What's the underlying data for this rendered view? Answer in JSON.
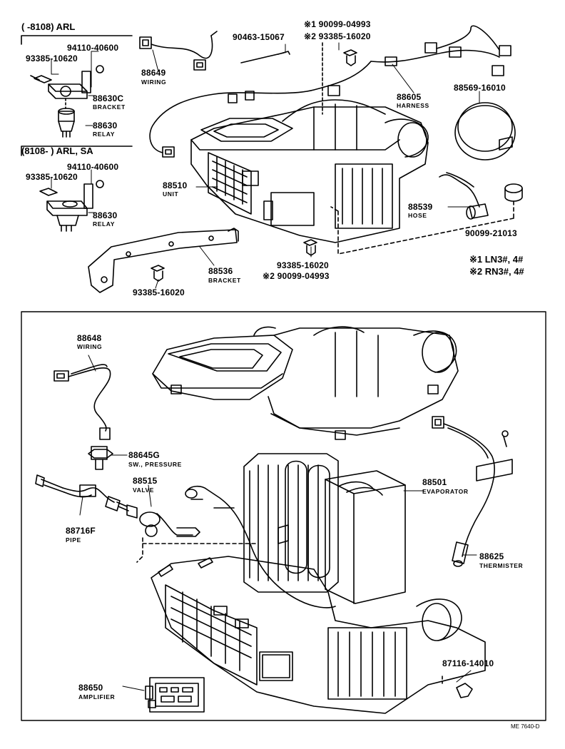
{
  "sections": {
    "top_left_1": "(        -8108) ARL",
    "top_left_2": "(8108-        ) ARL, SA"
  },
  "notes": {
    "n1": "※1 LN3#, 4#",
    "n2": "※2 RN3#, 4#"
  },
  "top_parts": [
    {
      "id": "p94110a",
      "num": "94110-40600"
    },
    {
      "id": "p93385a",
      "num": "93385-10620"
    },
    {
      "id": "p88630c",
      "num": "88630C",
      "sub": "BRACKET"
    },
    {
      "id": "p88630a",
      "num": "88630",
      "sub": "RELAY"
    },
    {
      "id": "p94110b",
      "num": "94110-40600"
    },
    {
      "id": "p93385b",
      "num": "93385-10620"
    },
    {
      "id": "p88630b",
      "num": "88630",
      "sub": "RELAY"
    },
    {
      "id": "p88649",
      "num": "88649",
      "sub": "WIRING"
    },
    {
      "id": "p90463",
      "num": "90463-15067"
    },
    {
      "id": "p90099a",
      "num": "※1 90099-04993"
    },
    {
      "id": "p93385c",
      "num": "※2 93385-16020"
    },
    {
      "id": "p88605",
      "num": "88605",
      "sub": "HARNESS"
    },
    {
      "id": "p88569",
      "num": "88569-16010"
    },
    {
      "id": "p88510",
      "num": "88510",
      "sub": "UNIT"
    },
    {
      "id": "p88539",
      "num": "88539",
      "sub": "HOSE"
    },
    {
      "id": "p90099b",
      "num": "90099-21013"
    },
    {
      "id": "p93385d",
      "num": "93385-16020"
    },
    {
      "id": "p90099c",
      "num": "※2 90099-04993"
    },
    {
      "id": "p88536",
      "num": "88536",
      "sub": "BRACKET"
    },
    {
      "id": "p93385e",
      "num": "93385-16020"
    }
  ],
  "bottom_parts": [
    {
      "id": "p88648",
      "num": "88648",
      "sub": "WIRING"
    },
    {
      "id": "p88645g",
      "num": "88645G",
      "sub": "SW., PRESSURE"
    },
    {
      "id": "p88515",
      "num": "88515",
      "sub": "VALVE"
    },
    {
      "id": "p88716f",
      "num": "88716F",
      "sub": "PIPE"
    },
    {
      "id": "p88501",
      "num": "88501",
      "sub": "EVAPORATOR"
    },
    {
      "id": "p88625",
      "num": "88625",
      "sub": "THERMISTER"
    },
    {
      "id": "p87116",
      "num": "87116-14010"
    },
    {
      "id": "p88650",
      "num": "88650",
      "sub": "AMPLIFIER"
    }
  ],
  "footer": "ME 7640-D"
}
